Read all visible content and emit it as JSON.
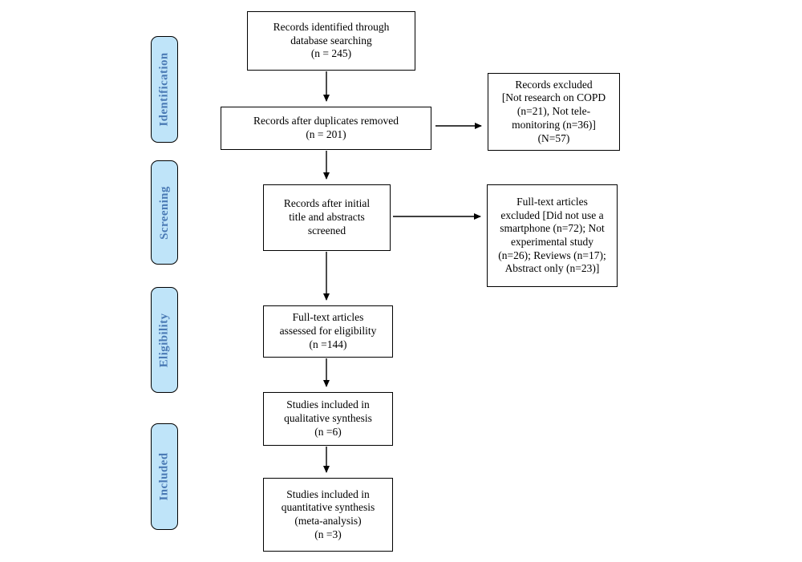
{
  "diagram": {
    "type": "prisma-flow",
    "stages": [
      {
        "label": "Identification"
      },
      {
        "label": "Screening"
      },
      {
        "label": "Eligibility"
      },
      {
        "label": "Included"
      }
    ],
    "boxes": {
      "identified": "Records identified through\ndatabase searching\n(n = 245)",
      "duplicates_removed": "Records after duplicates removed\n(n = 201)",
      "records_excluded": "Records excluded\n[Not research on COPD\n(n=21), Not tele-\nmonitoring (n=36)]\n(N=57)",
      "title_abstract_screened": "Records after initial\ntitle and abstracts\nscreened",
      "fulltext_excluded": "Full-text articles\nexcluded [Did not use a\nsmartphone (n=72); Not\nexperimental study\n(n=26); Reviews (n=17);\nAbstract only (n=23)]",
      "fulltext_assessed": "Full-text articles\nassessed for eligibility\n(n =144)",
      "qualitative_synthesis": "Studies included in\nqualitative synthesis\n(n =6)",
      "quantitative_synthesis": "Studies included in\nquantitative synthesis\n(meta-analysis)\n(n =3)"
    },
    "colors": {
      "stage_fill": "#bfe4f9",
      "stage_text": "#4a7ab5",
      "box_border": "#000000",
      "arrow": "#000000"
    }
  }
}
